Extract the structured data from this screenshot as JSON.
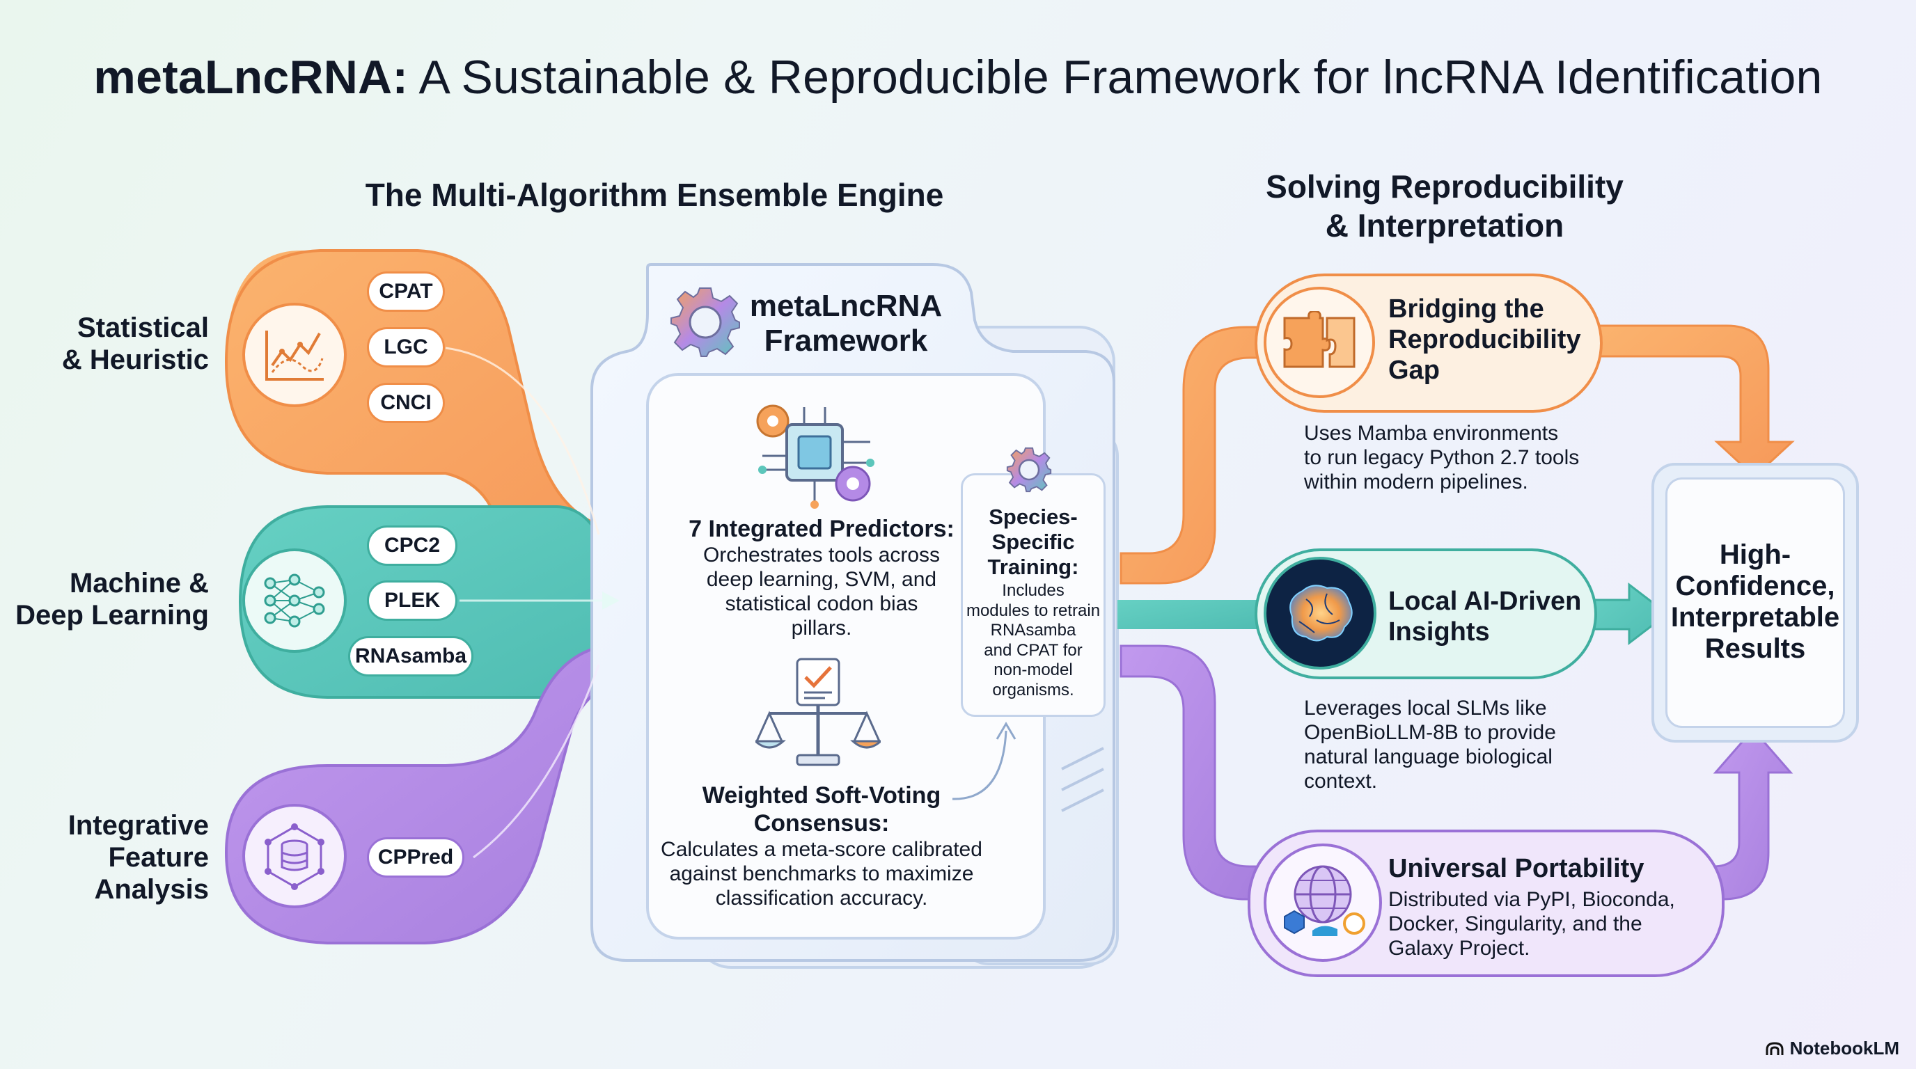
{
  "title": {
    "bold": "metaLncRNA:",
    "rest": " A Sustainable & Reproducible Framework for lncRNA Identification"
  },
  "sections": {
    "left": "The Multi-Algorithm Ensemble Engine",
    "right_line1": "Solving Reproducibility",
    "right_line2": "& Interpretation"
  },
  "categories": [
    {
      "line1": "Statistical",
      "line2": "& Heuristic",
      "line3": "",
      "tools": [
        "CPAT",
        "LGC",
        "CNCI"
      ]
    },
    {
      "line1": "Machine &",
      "line2": "Deep Learning",
      "line3": "",
      "tools": [
        "CPC2",
        "PLEK",
        "RNAsamba"
      ]
    },
    {
      "line1": "Integrative",
      "line2": "Feature",
      "line3": "Analysis",
      "tools": [
        "CPPred"
      ]
    }
  ],
  "framework": {
    "title_line1": "metaLncRNA",
    "title_line2": "Framework",
    "predictors_title": "7 Integrated Predictors:",
    "predictors_body": [
      "Orchestrates tools across",
      "deep learning, SVM, and",
      "statistical codon bias",
      "pillars."
    ],
    "voting_title": [
      "Weighted Soft-Voting",
      "Consensus:"
    ],
    "voting_body": [
      "Calculates a meta-score calibrated",
      "against benchmarks to maximize",
      "classification accuracy."
    ],
    "species_title": [
      "Species-",
      "Specific",
      "Training:"
    ],
    "species_body": [
      "Includes",
      "modules to retrain",
      "RNAsamba",
      "and CPAT for",
      "non-model",
      "organisms."
    ]
  },
  "right": {
    "bridging": {
      "title": [
        "Bridging the",
        "Reproducibility",
        "Gap"
      ],
      "body": [
        "Uses Mamba environments",
        "to run legacy Python 2.7 tools",
        "within modern pipelines."
      ]
    },
    "insights": {
      "title": [
        "Local AI-Driven",
        "Insights"
      ],
      "body": [
        "Leverages local SLMs like",
        "OpenBioLLM-8B to provide",
        "natural language biological",
        "context."
      ]
    },
    "portability": {
      "title": "Universal Portability",
      "body": [
        "Distributed via PyPI, Bioconda,",
        "Docker, Singularity, and the",
        "Galaxy Project."
      ]
    }
  },
  "result": {
    "lines": [
      "High-",
      "Confidence,",
      "Interpretable",
      "Results"
    ]
  },
  "footer": "NotebookLM",
  "colors": {
    "orange": "#f7a45c",
    "orange_light": "#fde3c6",
    "teal": "#5cc6bb",
    "teal_light": "#cdeee9",
    "purple": "#b48ae6",
    "purple_light": "#e7d8f7",
    "framework_border": "#b9cbe6"
  }
}
